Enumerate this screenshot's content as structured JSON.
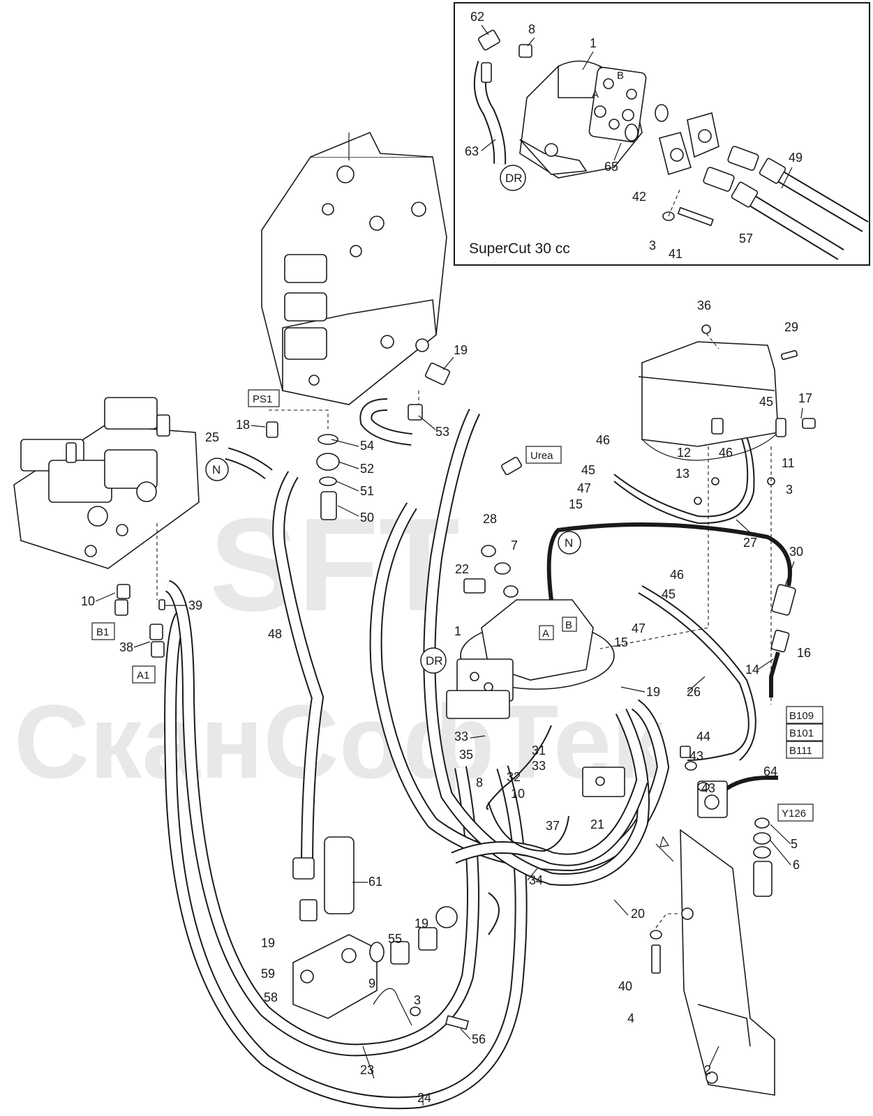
{
  "watermark": {
    "line1": "SFT",
    "line2": "СканСофТек"
  },
  "inset": {
    "title": "SuperCut 30 cc",
    "port_a": "A",
    "port_b": "B"
  },
  "main_ports": {
    "a": "A",
    "b": "B"
  },
  "circle_labels": [
    {
      "id": "dr-inset",
      "text": "DR"
    },
    {
      "id": "n-left",
      "text": "N"
    },
    {
      "id": "n-right",
      "text": "N"
    },
    {
      "id": "dr-main",
      "text": "DR"
    }
  ],
  "box_labels": [
    {
      "id": "ps1",
      "text": "PS1"
    },
    {
      "id": "urea",
      "text": "Urea"
    },
    {
      "id": "b1",
      "text": "B1"
    },
    {
      "id": "a1",
      "text": "A1"
    },
    {
      "id": "b109",
      "text": "B109"
    },
    {
      "id": "b101",
      "text": "B101"
    },
    {
      "id": "b111",
      "text": "B111"
    },
    {
      "id": "y126",
      "text": "Y126"
    }
  ],
  "callouts": [
    "62",
    "8",
    "1",
    "63",
    "65",
    "49",
    "42",
    "3",
    "41",
    "57",
    "36",
    "29",
    "19",
    "17",
    "PS1",
    "45",
    "18",
    "53",
    "25",
    "54",
    "46",
    "46",
    "12",
    "11",
    "52",
    "13",
    "3",
    "45",
    "51",
    "47",
    "15",
    "50",
    "28",
    "7",
    "27",
    "30",
    "22",
    "46",
    "10",
    "39",
    "45",
    "48",
    "47",
    "1",
    "15",
    "16",
    "38",
    "14",
    "19",
    "26",
    "33",
    "35",
    "44",
    "31",
    "43",
    "33",
    "64",
    "8",
    "32",
    "43",
    "10",
    "37",
    "21",
    "5",
    "6",
    "61",
    "34",
    "20",
    "19",
    "55",
    "19",
    "59",
    "9",
    "40",
    "58",
    "3",
    "4",
    "56",
    "23",
    "2",
    "24"
  ]
}
